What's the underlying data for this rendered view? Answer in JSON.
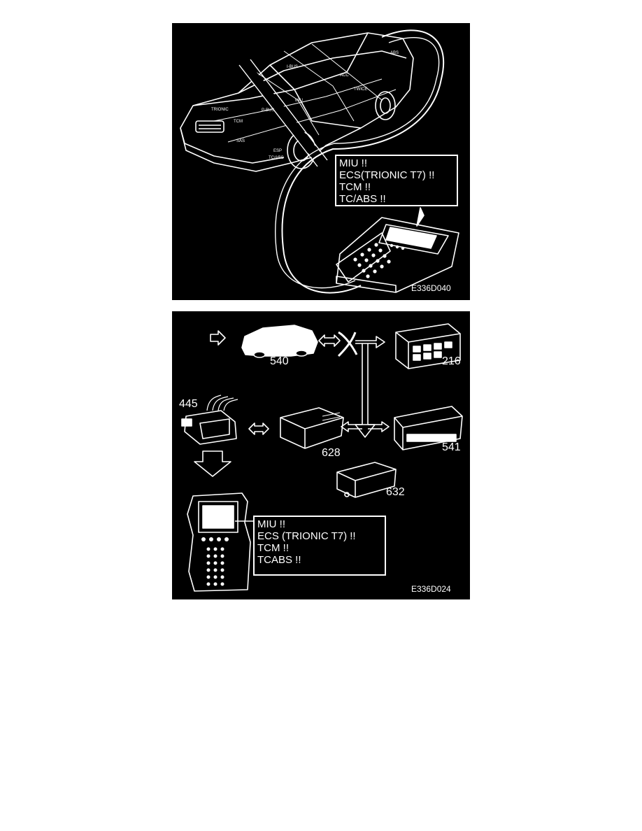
{
  "figure_top": {
    "code": "E336D040",
    "message_lines": [
      "MIU !!",
      "ECS(TRIONIC T7) !!",
      "TCM !!",
      "TC/ABS !!"
    ],
    "car_labels": [
      "TRIONIC",
      "TCM",
      "P-BUS",
      "MIU",
      "I-BUS",
      "SAS",
      "ESP",
      "TC/ABS",
      "ABS",
      "ACC",
      "TWICE"
    ]
  },
  "figure_bottom": {
    "code": "E336D024",
    "message_lines": [
      "MIU !!",
      "ECS (TRIONIC T7) !!",
      "TCM !!",
      "TCABS !!"
    ],
    "components": {
      "c540": "540",
      "c216": "216",
      "c445": "445",
      "c628": "628",
      "c541": "541",
      "c632": "632"
    }
  }
}
